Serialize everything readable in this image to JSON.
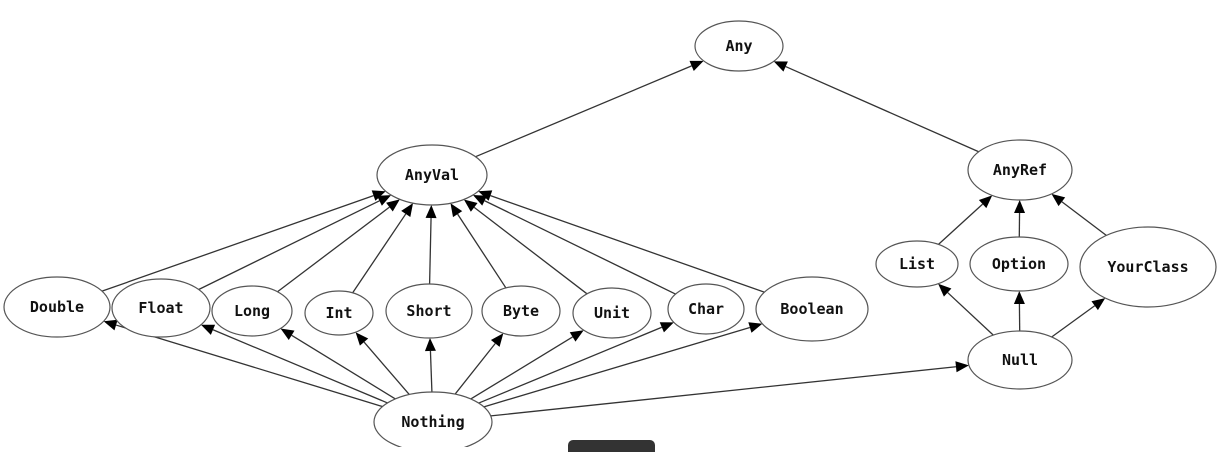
{
  "title": "Scala type hierarchy",
  "nodes": [
    {
      "id": "Any",
      "label": "Any"
    },
    {
      "id": "AnyVal",
      "label": "AnyVal"
    },
    {
      "id": "AnyRef",
      "label": "AnyRef"
    },
    {
      "id": "Double",
      "label": "Double"
    },
    {
      "id": "Float",
      "label": "Float"
    },
    {
      "id": "Long",
      "label": "Long"
    },
    {
      "id": "Int",
      "label": "Int"
    },
    {
      "id": "Short",
      "label": "Short"
    },
    {
      "id": "Byte",
      "label": "Byte"
    },
    {
      "id": "Unit",
      "label": "Unit"
    },
    {
      "id": "Char",
      "label": "Char"
    },
    {
      "id": "Boolean",
      "label": "Boolean"
    },
    {
      "id": "List",
      "label": "List"
    },
    {
      "id": "Option",
      "label": "Option"
    },
    {
      "id": "YourClass",
      "label": "YourClass"
    },
    {
      "id": "Null",
      "label": "Null"
    },
    {
      "id": "Nothing",
      "label": "Nothing"
    }
  ],
  "edges": [
    {
      "from": "AnyVal",
      "to": "Any"
    },
    {
      "from": "AnyRef",
      "to": "Any"
    },
    {
      "from": "Double",
      "to": "AnyVal"
    },
    {
      "from": "Float",
      "to": "AnyVal"
    },
    {
      "from": "Long",
      "to": "AnyVal"
    },
    {
      "from": "Int",
      "to": "AnyVal"
    },
    {
      "from": "Short",
      "to": "AnyVal"
    },
    {
      "from": "Byte",
      "to": "AnyVal"
    },
    {
      "from": "Unit",
      "to": "AnyVal"
    },
    {
      "from": "Char",
      "to": "AnyVal"
    },
    {
      "from": "Boolean",
      "to": "AnyVal"
    },
    {
      "from": "List",
      "to": "AnyRef"
    },
    {
      "from": "Option",
      "to": "AnyRef"
    },
    {
      "from": "YourClass",
      "to": "AnyRef"
    },
    {
      "from": "Null",
      "to": "List"
    },
    {
      "from": "Null",
      "to": "Option"
    },
    {
      "from": "Null",
      "to": "YourClass"
    },
    {
      "from": "Nothing",
      "to": "Double"
    },
    {
      "from": "Nothing",
      "to": "Float"
    },
    {
      "from": "Nothing",
      "to": "Long"
    },
    {
      "from": "Nothing",
      "to": "Int"
    },
    {
      "from": "Nothing",
      "to": "Short"
    },
    {
      "from": "Nothing",
      "to": "Byte"
    },
    {
      "from": "Nothing",
      "to": "Unit"
    },
    {
      "from": "Nothing",
      "to": "Char"
    },
    {
      "from": "Nothing",
      "to": "Boolean"
    },
    {
      "from": "Nothing",
      "to": "Null"
    }
  ]
}
